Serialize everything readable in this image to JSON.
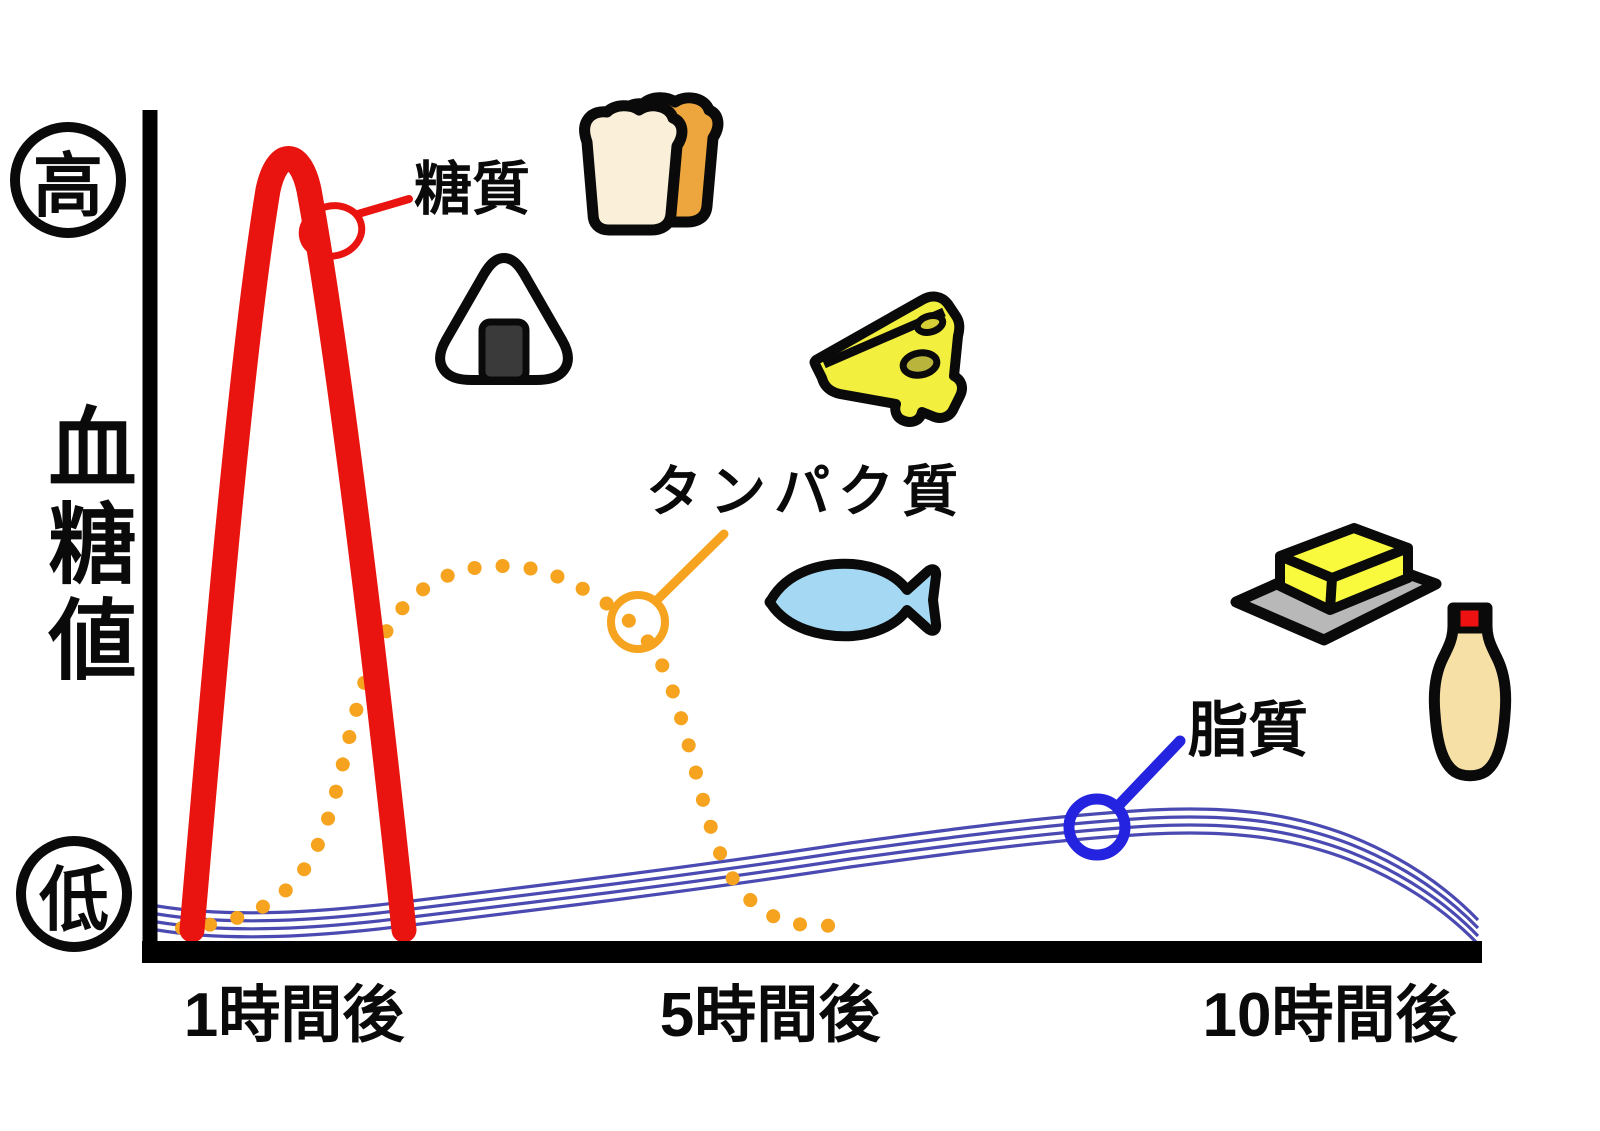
{
  "y_axis": {
    "high_badge": "高",
    "low_badge": "低",
    "title_vertical": "血糖値"
  },
  "x_axis": {
    "tick_labels": [
      "1時間後",
      "5時間後",
      "10時間後"
    ]
  },
  "series_labels": {
    "carbs": "糖質",
    "protein": "タンパク質",
    "fat": "脂質"
  },
  "colors": {
    "carbs": "#e9140f",
    "protein": "#f6a41f",
    "fat_accent": "#2323e0",
    "fat_lines": "#4a4ab2",
    "axis": "#000000",
    "bread_crust": "#eca63d",
    "bread_crumb": "#faf0da",
    "onigiri_body": "#ffffff",
    "onigiri_nori": "#3a3a3a",
    "cheese_body": "#f3ef3e",
    "cheese_hole_top": "#d6cf35",
    "cheese_hole_front": "#b9b43b",
    "fish_body": "#a5d8f2",
    "butter_block": "#f9f93d",
    "butter_dish": "#b8b8b8",
    "mayo_body": "#f6e0a6",
    "mayo_cap": "#ee1111"
  },
  "icon_names": [
    "bread-icon",
    "onigiri-icon",
    "cheese-icon",
    "fish-icon",
    "butter-icon",
    "mayonnaise-icon"
  ],
  "chart_data": {
    "type": "line",
    "title": "",
    "xlabel": "",
    "ylabel": "血糖値",
    "y_scale": "qualitative, from 低 (low) at baseline to 高 (high) at top; values below are relative 0-100 estimates",
    "x_unit": "hours after eating",
    "x_ticks": [
      "1時間後",
      "5時間後",
      "10時間後"
    ],
    "x_tick_hours": [
      1,
      5,
      10
    ],
    "grid": false,
    "legend_position": "inline-annotations",
    "series": [
      {
        "name": "糖質",
        "style": "solid thick line",
        "color": "#e9140f",
        "x_hours": [
          0.2,
          0.5,
          1.0,
          1.5,
          2.0
        ],
        "y_relative": [
          0,
          50,
          100,
          50,
          0
        ],
        "peak_hour": 1,
        "peak_level": 100,
        "foods": [
          "bread",
          "onigiri"
        ]
      },
      {
        "name": "タンパク質",
        "style": "dotted line",
        "color": "#f6a41f",
        "x_hours": [
          0.1,
          1.0,
          2.0,
          3.0,
          4.0,
          5.0,
          5.7
        ],
        "y_relative": [
          0,
          3,
          25,
          40,
          25,
          5,
          0
        ],
        "peak_hour": 3,
        "peak_level": 40,
        "foods": [
          "cheese",
          "fish"
        ]
      },
      {
        "name": "脂質",
        "style": "bundle of four thin lines",
        "color": "#4a4ab2",
        "x_hours": [
          0,
          2,
          4,
          6,
          8,
          9,
          10,
          11.4
        ],
        "y_relative": [
          2,
          3,
          5,
          8,
          12,
          13,
          12,
          4
        ],
        "peak_hour": 9,
        "peak_level": 13,
        "foods": [
          "butter",
          "mayonnaise"
        ]
      }
    ]
  }
}
